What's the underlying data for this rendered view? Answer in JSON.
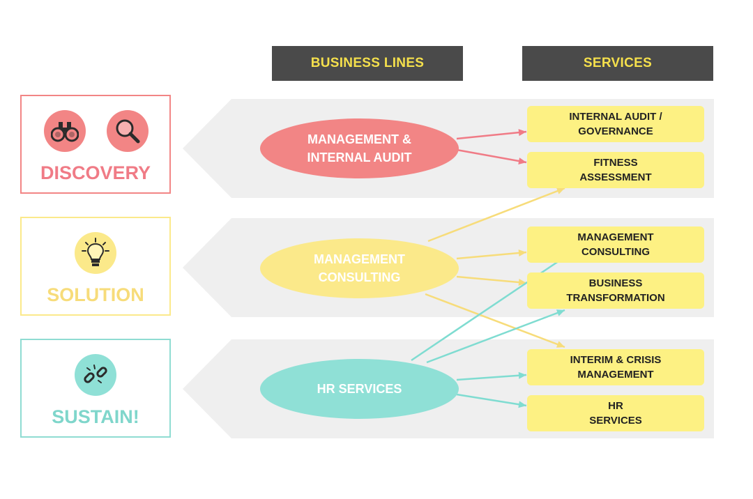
{
  "headers": {
    "business_lines": "BUSINESS LINES",
    "services": "SERVICES"
  },
  "stages": [
    {
      "label": "DISCOVERY",
      "color": "#f28585",
      "icons": [
        "binoculars-icon",
        "magnifier-icon"
      ]
    },
    {
      "label": "SOLUTION",
      "color": "#fbe98a",
      "icons": [
        "lightbulb-icon"
      ]
    },
    {
      "label": "SUSTAIN!",
      "color": "#8fdcd2",
      "icons": [
        "broken-chain-icon"
      ]
    }
  ],
  "business_lines": [
    {
      "label": "MANAGEMENT &\nINTERNAL AUDIT",
      "color": "#f28585"
    },
    {
      "label": "MANAGEMENT\nCONSULTING",
      "color": "#fbe98a"
    },
    {
      "label": "HR SERVICES",
      "color": "#8fe0d6"
    }
  ],
  "services": [
    {
      "label": "INTERNAL AUDIT /\nGOVERNANCE"
    },
    {
      "label": "FITNESS\nASSESSMENT"
    },
    {
      "label": "MANAGEMENT\nCONSULTING"
    },
    {
      "label": "BUSINESS\nTRANSFORMATION"
    },
    {
      "label": "INTERIM & CRISIS\nMANAGEMENT"
    },
    {
      "label": "HR\nSERVICES"
    }
  ],
  "connections": [
    {
      "from": 0,
      "to": 0,
      "color": "#f07b86"
    },
    {
      "from": 0,
      "to": 1,
      "color": "#f07b86"
    },
    {
      "from": 1,
      "to": 1,
      "color": "#f7dc7a"
    },
    {
      "from": 1,
      "to": 2,
      "color": "#f7dc7a"
    },
    {
      "from": 1,
      "to": 3,
      "color": "#f7dc7a"
    },
    {
      "from": 1,
      "to": 4,
      "color": "#f7dc7a"
    },
    {
      "from": 2,
      "to": 2,
      "color": "#7fdcd1"
    },
    {
      "from": 2,
      "to": 3,
      "color": "#7fdcd1"
    },
    {
      "from": 2,
      "to": 4,
      "color": "#7fdcd1"
    },
    {
      "from": 2,
      "to": 5,
      "color": "#7fdcd1"
    }
  ]
}
